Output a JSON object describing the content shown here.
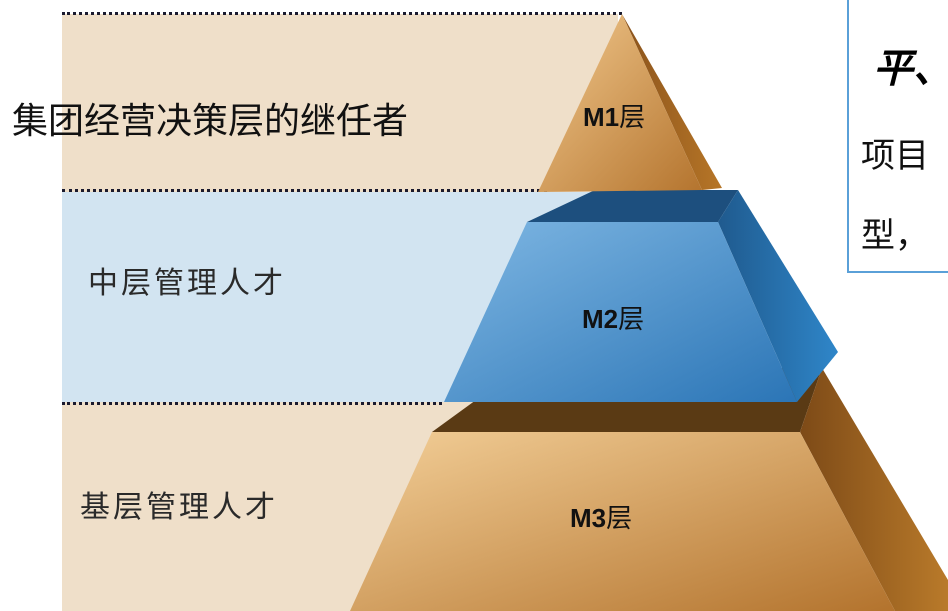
{
  "levels": [
    {
      "label": "集团经营决策层的继任者",
      "tier": "M1",
      "suffix": "层"
    },
    {
      "label": "中层管理人才",
      "tier": "M2",
      "suffix": "层"
    },
    {
      "label": "基层管理人才",
      "tier": "M3",
      "suffix": "层"
    }
  ],
  "side_box": {
    "line1": "平、",
    "line2": "项目",
    "line3": "型，"
  },
  "colors": {
    "band_top": "#efdfc9",
    "band_mid": "#d2e4f1",
    "band_bottom": "#efdfc9",
    "pyramid_brown": "#b27a3a",
    "pyramid_blue": "#3f8fd0",
    "dots": "#1a1a2e",
    "box_border": "#5aa0d8"
  }
}
